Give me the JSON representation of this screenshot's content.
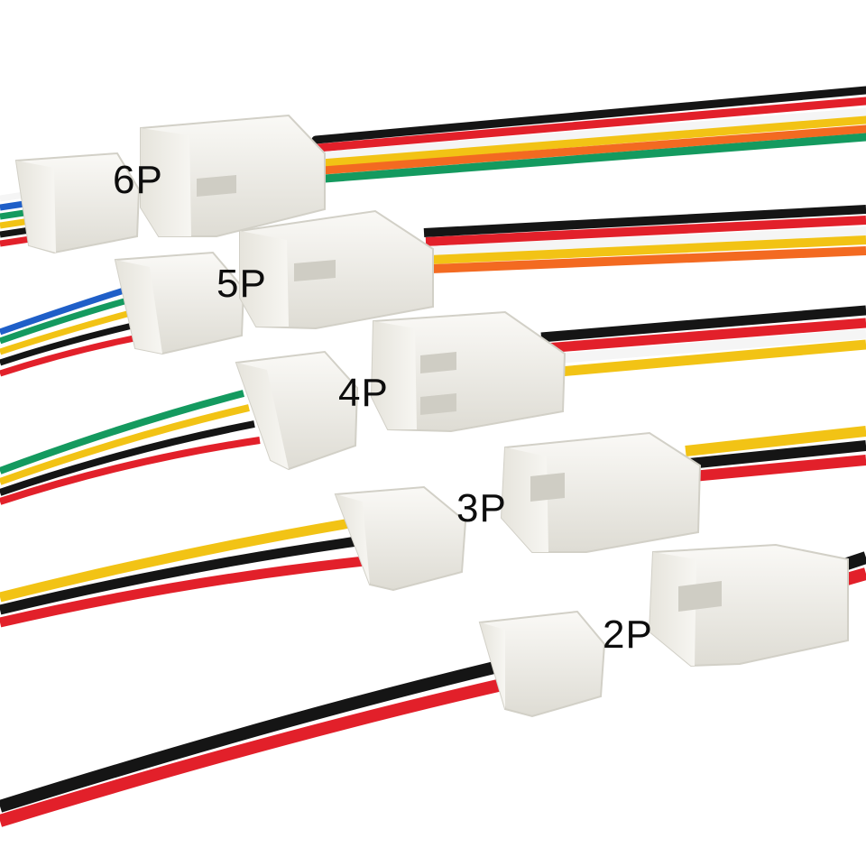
{
  "labels": {
    "p6": "6P",
    "p5": "5P",
    "p4": "4P",
    "p3": "3P",
    "p2": "2P"
  },
  "colors": {
    "background": "#ffffff",
    "connector_body": "#f4f3ef",
    "connector_shade": "#dedcd4",
    "wire_black": "#151515",
    "wire_red": "#e2202a",
    "wire_white": "#f5f5f5",
    "wire_yellow": "#f2c315",
    "wire_orange": "#f36a21",
    "wire_green": "#149a5f",
    "wire_blue": "#1f5fc8"
  },
  "wire_sets": {
    "p6": [
      "black",
      "red",
      "white",
      "yellow",
      "orange",
      "green"
    ],
    "p5": [
      "black",
      "red",
      "white",
      "yellow",
      "orange"
    ],
    "p4": [
      "black",
      "red",
      "white",
      "yellow"
    ],
    "p3": [
      "black",
      "red",
      "yellow"
    ],
    "p2": [
      "black",
      "red"
    ]
  }
}
